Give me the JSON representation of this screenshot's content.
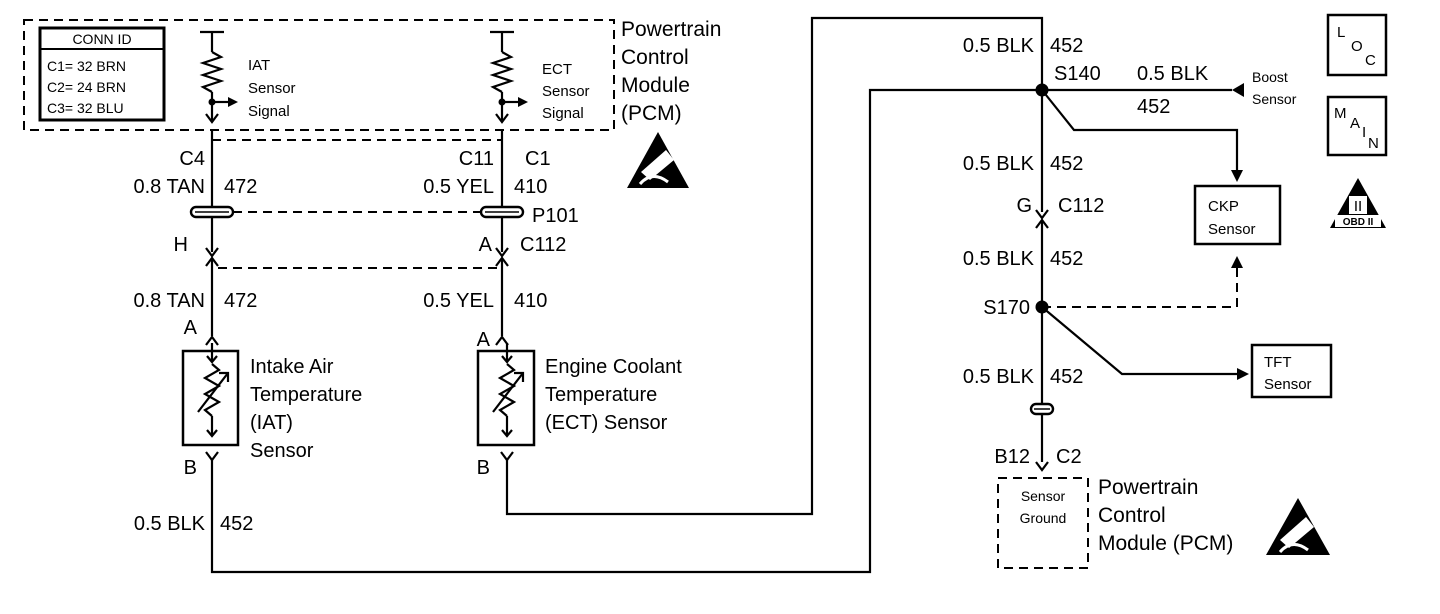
{
  "pcm_top": {
    "title_lines": [
      "Powertrain",
      "Control",
      "Module",
      "(PCM)"
    ],
    "conn_id": {
      "header": "CONN ID",
      "rows": [
        "C1= 32 BRN",
        "C2= 24 BRN",
        "C3= 32 BLU"
      ]
    },
    "iat_signal_lines": [
      "IAT",
      "Sensor",
      "Signal"
    ],
    "ect_signal_lines": [
      "ECT",
      "Sensor",
      "Signal"
    ]
  },
  "iat_circuit": {
    "pcm_pin": "C4",
    "wire_upper": "0.8 TAN",
    "circuit_upper": "472",
    "conn_pin": "H",
    "wire_lower": "0.8 TAN",
    "circuit_lower": "472",
    "sensor_pin_a": "A",
    "sensor_pin_b": "B",
    "sensor_lines": [
      "Intake Air",
      "Temperature",
      "(IAT)",
      "Sensor"
    ],
    "ground_wire": "0.5 BLK",
    "ground_circuit": "452"
  },
  "ect_circuit": {
    "pcm_pin": "C11",
    "pcm_conn": "C1",
    "wire_upper": "0.5 YEL",
    "circuit_upper": "410",
    "inline_conn": "P101",
    "conn_pin": "A",
    "conn_id": "C112",
    "wire_lower": "0.5 YEL",
    "circuit_lower": "410",
    "sensor_pin_a": "A",
    "sensor_pin_b": "B",
    "sensor_lines": [
      "Engine Coolant",
      "Temperature",
      "(ECT) Sensor"
    ]
  },
  "ground_circuit": {
    "seg1_wire": "0.5 BLK",
    "seg1_circuit": "452",
    "splice1": "S140",
    "boost_wire": "0.5 BLK",
    "boost_circuit": "452",
    "boost_label_lines": [
      "Boost",
      "Sensor"
    ],
    "seg2_wire": "0.5 BLK",
    "seg2_circuit": "452",
    "conn_pin": "G",
    "conn_id": "C112",
    "seg3_wire": "0.5 BLK",
    "seg3_circuit": "452",
    "splice2": "S170",
    "seg4_wire": "0.5 BLK",
    "seg4_circuit": "452",
    "pcm_pin": "B12",
    "pcm_conn": "C2"
  },
  "ckp_sensor": {
    "lines": [
      "CKP",
      "Sensor"
    ]
  },
  "tft_sensor": {
    "lines": [
      "TFT",
      "Sensor"
    ]
  },
  "pcm_bottom": {
    "ground_lines": [
      "Sensor",
      "Ground"
    ],
    "title_lines": [
      "Powertrain",
      "Control",
      "Module (PCM)"
    ]
  },
  "symbols": {
    "loc": [
      "L",
      "O",
      "C"
    ],
    "main": [
      "M",
      "A",
      "I",
      "N"
    ],
    "obd": {
      "numeral": "II",
      "label": "OBD II"
    }
  }
}
